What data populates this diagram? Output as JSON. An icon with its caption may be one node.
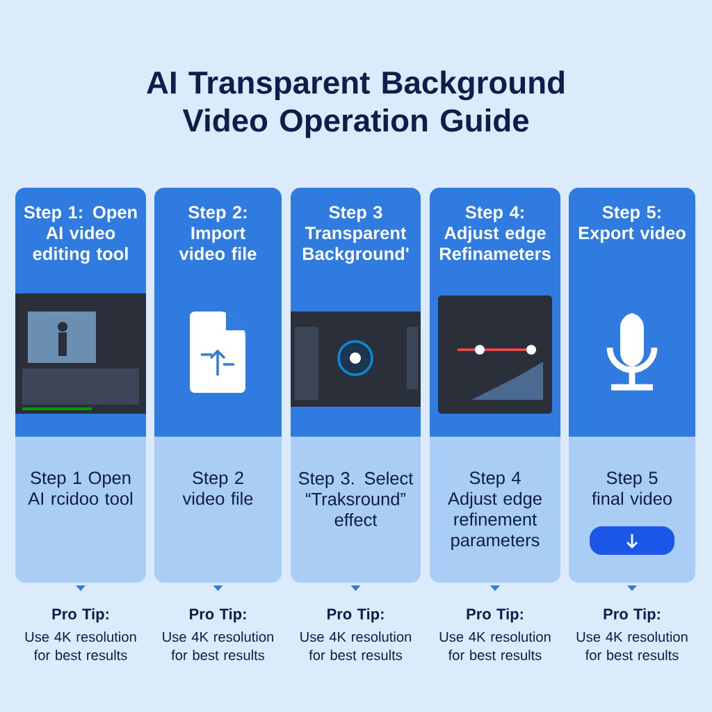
{
  "diagram": {
    "title": "AI Transparent Background Video Operation Guide",
    "nodes": [
      {
        "text": [
          "Step 1: Open AI video editing tool",
          "Step 1 Open AI rcidoo tool"
        ],
        "beside": [
          "Pro Tip:",
          "Use 4K resolution for best results"
        ]
      },
      {
        "text": [
          "Step 2: Import video file",
          "Step 2 video file"
        ],
        "beside": [
          "Pro Tip:",
          "Use 4K resolution for best results"
        ]
      },
      {
        "text": [
          "Step 3 Transparent Background'",
          "Step 3. Select “Traksround” effect"
        ],
        "beside": [
          "Pro Tip:",
          "Use 4K resolution for best results"
        ]
      },
      {
        "text": [
          "Step 4: Adjust edge Refinameters",
          "Step 4 Adjust edge refinement parameters"
        ],
        "beside": [
          "Pro Tip:",
          "Use 4K resolution for best results"
        ]
      },
      {
        "text": [
          "Step 5: Export video",
          "Step 5 final video"
        ],
        "beside": [
          "Pro Tip:",
          "Use 4K resolution for best results"
        ]
      }
    ]
  }
}
